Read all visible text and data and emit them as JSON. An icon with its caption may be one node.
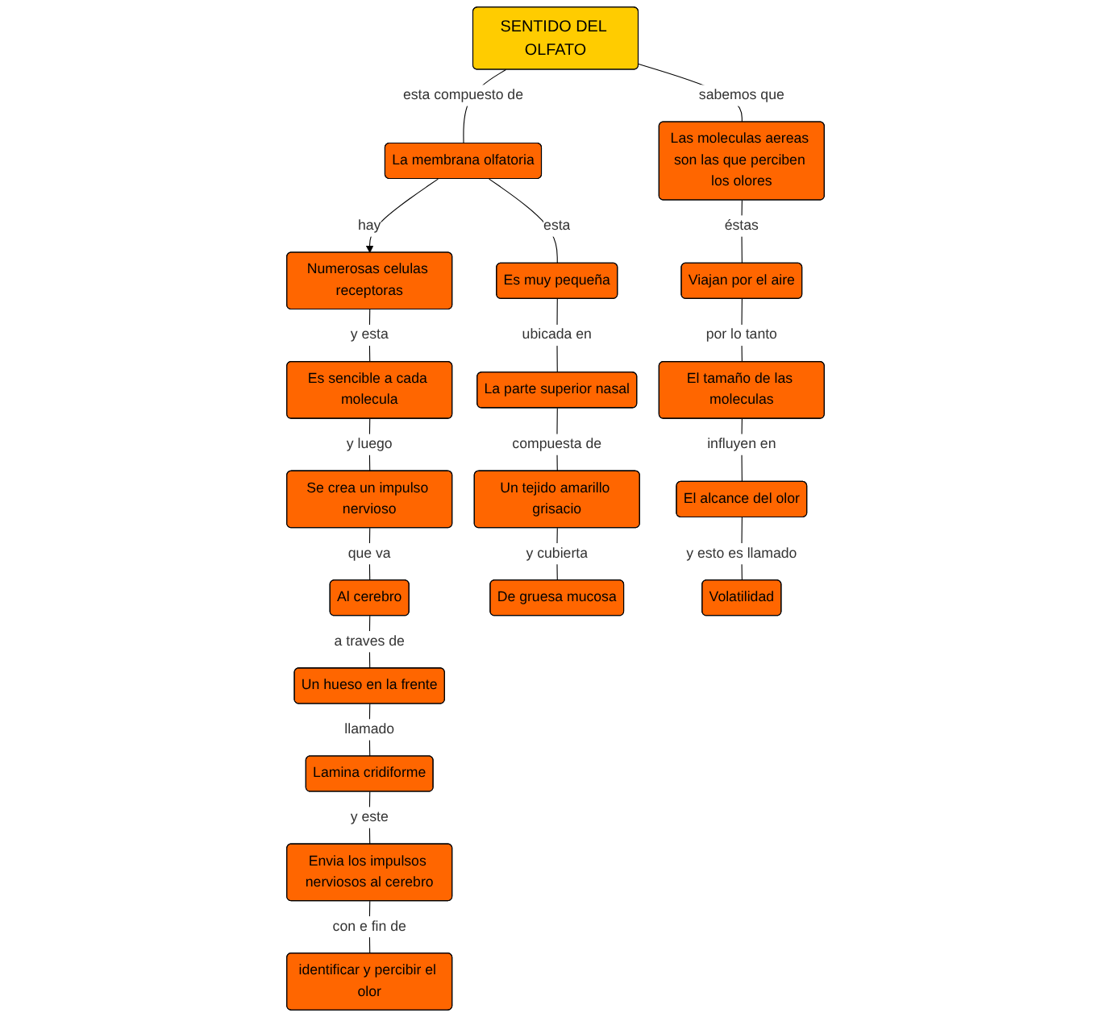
{
  "diagram": {
    "nodes": [
      {
        "text": [
          "SENTIDO DEL OLFATO"
        ]
      },
      {
        "text": [
          "La membrana olfatoria"
        ]
      },
      {
        "text": [
          "Las moleculas aereas son las que perciben los olores"
        ]
      },
      {
        "text": [
          "Numerosas celulas receptoras"
        ]
      },
      {
        "text": [
          "Es sencible a cada molecula"
        ]
      },
      {
        "text": [
          "Se crea un impulso nervioso"
        ]
      },
      {
        "text": [
          "Al cerebro"
        ]
      },
      {
        "text": [
          "Un hueso en la frente"
        ]
      },
      {
        "text": [
          "Lamina cridiforme"
        ]
      },
      {
        "text": [
          "Envia los impulsos nerviosos al cerebro"
        ]
      },
      {
        "text": [
          "identificar y percibir el olor"
        ]
      },
      {
        "text": [
          "Es muy pequeña"
        ]
      },
      {
        "text": [
          "La parte superior nasal"
        ]
      },
      {
        "text": [
          "Un tejido amarillo grisacio"
        ]
      },
      {
        "text": [
          "De gruesa mucosa"
        ]
      },
      {
        "text": [
          "Viajan por el aire"
        ]
      },
      {
        "text": [
          "El tamaño de las moleculas"
        ]
      },
      {
        "text": [
          "El alcance del olor"
        ]
      },
      {
        "text": [
          "Volatilidad"
        ]
      }
    ],
    "edges": [
      {
        "from": 0,
        "to": 1,
        "arrow": "none",
        "label": "esta compuesto de"
      },
      {
        "from": 0,
        "to": 2,
        "arrow": "none",
        "label": "sabemos que"
      },
      {
        "from": 1,
        "to": 3,
        "arrow": "to",
        "label": "hay"
      },
      {
        "from": 3,
        "to": 4,
        "arrow": "none",
        "label": "y esta"
      },
      {
        "from": 4,
        "to": 5,
        "arrow": "none",
        "label": "y luego"
      },
      {
        "from": 5,
        "to": 6,
        "arrow": "none",
        "label": "que va"
      },
      {
        "from": 6,
        "to": 7,
        "arrow": "none",
        "label": "a traves de"
      },
      {
        "from": 7,
        "to": 8,
        "arrow": "none",
        "label": "llamado"
      },
      {
        "from": 8,
        "to": 9,
        "arrow": "none",
        "label": "y este"
      },
      {
        "from": 9,
        "to": 10,
        "arrow": "none",
        "label": "con e fin de"
      },
      {
        "from": 1,
        "to": 11,
        "arrow": "none",
        "label": "esta"
      },
      {
        "from": 11,
        "to": 12,
        "arrow": "none",
        "label": "ubicada en"
      },
      {
        "from": 12,
        "to": 13,
        "arrow": "none",
        "label": "compuesta de"
      },
      {
        "from": 13,
        "to": 14,
        "arrow": "none",
        "label": "y cubierta"
      },
      {
        "from": 2,
        "to": 15,
        "arrow": "none",
        "label": "éstas"
      },
      {
        "from": 15,
        "to": 16,
        "arrow": "none",
        "label": "por lo tanto"
      },
      {
        "from": 16,
        "to": 17,
        "arrow": "none",
        "label": "influyen en"
      },
      {
        "from": 17,
        "to": 18,
        "arrow": "none",
        "label": "y esto es llamado"
      }
    ]
  }
}
